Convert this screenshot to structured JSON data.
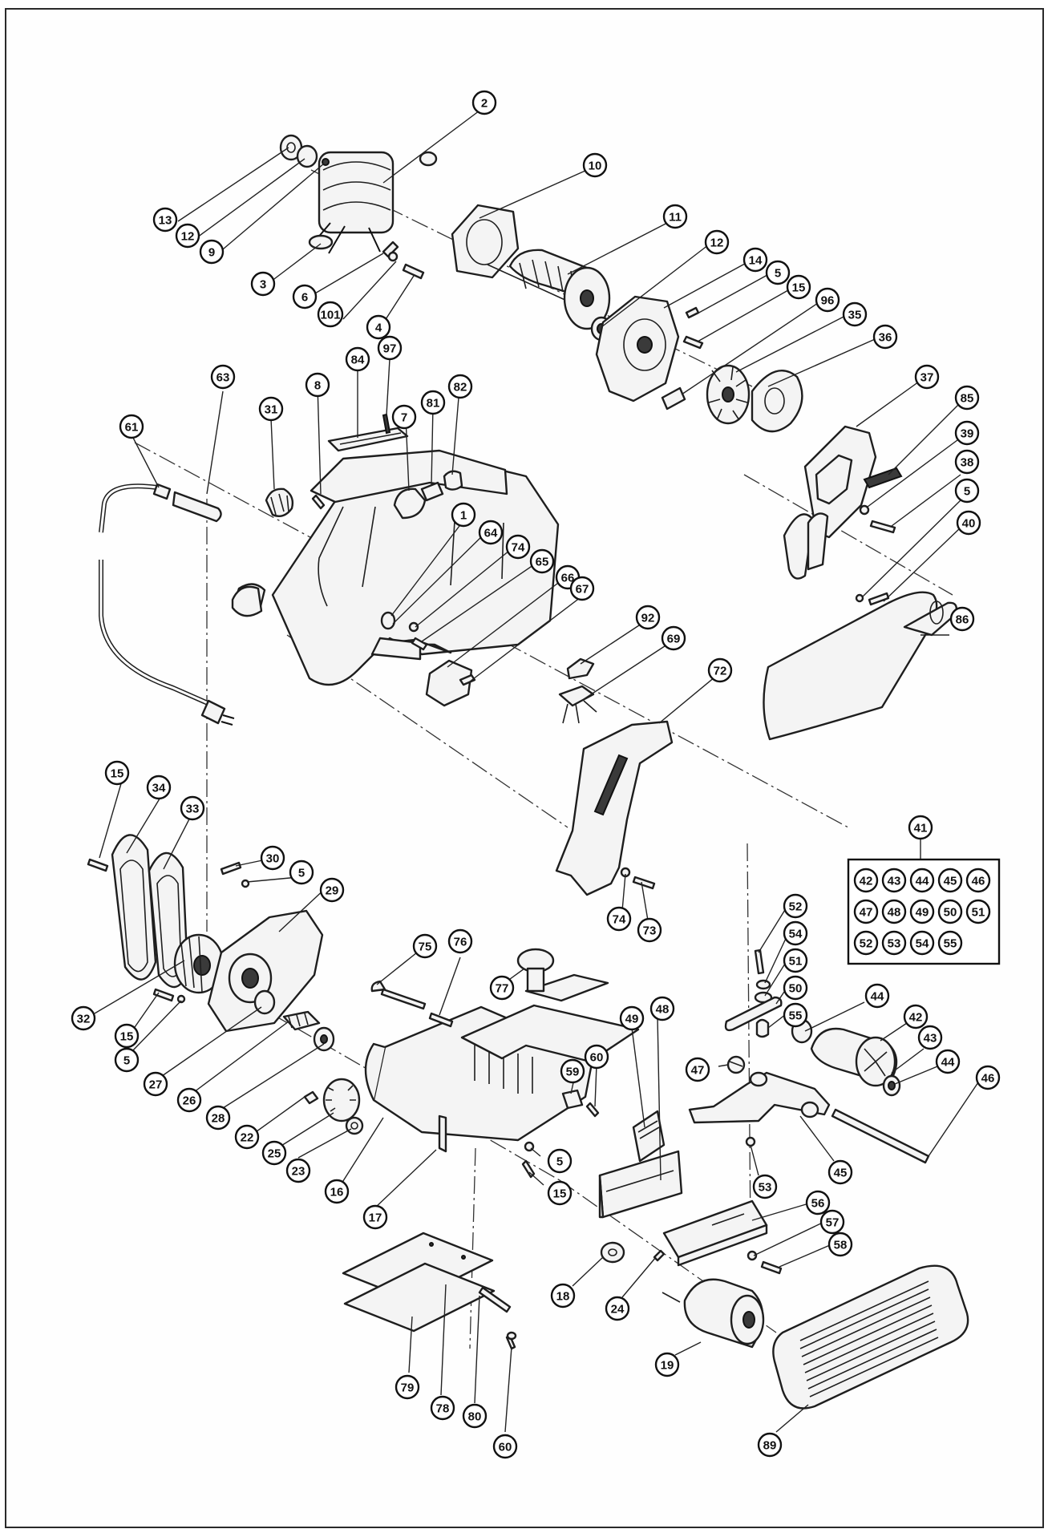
{
  "colors": {
    "ink": "#1e1e1e",
    "paper": "#fefefe",
    "frame": "#2a2a2a"
  },
  "callouts": [
    {
      "id": "c1",
      "label": "2"
    },
    {
      "id": "c2",
      "label": "10"
    },
    {
      "id": "c3",
      "label": "13"
    },
    {
      "id": "c4",
      "label": "12"
    },
    {
      "id": "c5",
      "label": "9"
    },
    {
      "id": "c6",
      "label": "3"
    },
    {
      "id": "c7",
      "label": "6"
    },
    {
      "id": "c8",
      "label": "101"
    },
    {
      "id": "c9",
      "label": "4"
    },
    {
      "id": "c10",
      "label": "11"
    },
    {
      "id": "c11",
      "label": "12"
    },
    {
      "id": "c12",
      "label": "14"
    },
    {
      "id": "c13",
      "label": "5"
    },
    {
      "id": "c14",
      "label": "15"
    },
    {
      "id": "c15",
      "label": "96"
    },
    {
      "id": "c16",
      "label": "35"
    },
    {
      "id": "c17",
      "label": "36"
    },
    {
      "id": "c18",
      "label": "37"
    },
    {
      "id": "c19",
      "label": "85"
    },
    {
      "id": "c20",
      "label": "39"
    },
    {
      "id": "c21",
      "label": "38"
    },
    {
      "id": "c22",
      "label": "5"
    },
    {
      "id": "c23",
      "label": "40"
    },
    {
      "id": "c24",
      "label": "86"
    },
    {
      "id": "c25",
      "label": "63"
    },
    {
      "id": "c26",
      "label": "97"
    },
    {
      "id": "c27",
      "label": "84"
    },
    {
      "id": "c28",
      "label": "8"
    },
    {
      "id": "c29",
      "label": "31"
    },
    {
      "id": "c30",
      "label": "7"
    },
    {
      "id": "c31",
      "label": "81"
    },
    {
      "id": "c32",
      "label": "82"
    },
    {
      "id": "c33",
      "label": "61"
    },
    {
      "id": "c34",
      "label": "1"
    },
    {
      "id": "c35",
      "label": "64"
    },
    {
      "id": "c36",
      "label": "74"
    },
    {
      "id": "c37",
      "label": "65"
    },
    {
      "id": "c38",
      "label": "66"
    },
    {
      "id": "c39",
      "label": "67"
    },
    {
      "id": "c40",
      "label": "92"
    },
    {
      "id": "c41",
      "label": "69"
    },
    {
      "id": "c42",
      "label": "72"
    },
    {
      "id": "c43",
      "label": "15"
    },
    {
      "id": "c44",
      "label": "34"
    },
    {
      "id": "c45",
      "label": "33"
    },
    {
      "id": "c46",
      "label": "30"
    },
    {
      "id": "c47",
      "label": "5"
    },
    {
      "id": "c48",
      "label": "29"
    },
    {
      "id": "c49",
      "label": "74"
    },
    {
      "id": "c50",
      "label": "73"
    },
    {
      "id": "c51",
      "label": "32"
    },
    {
      "id": "c52",
      "label": "15"
    },
    {
      "id": "c53",
      "label": "5"
    },
    {
      "id": "c54",
      "label": "27"
    },
    {
      "id": "c55",
      "label": "26"
    },
    {
      "id": "c56",
      "label": "28"
    },
    {
      "id": "c57",
      "label": "22"
    },
    {
      "id": "c58",
      "label": "25"
    },
    {
      "id": "c59",
      "label": "23"
    },
    {
      "id": "c60",
      "label": "16"
    },
    {
      "id": "c61",
      "label": "17"
    },
    {
      "id": "c62",
      "label": "75"
    },
    {
      "id": "c63",
      "label": "76"
    },
    {
      "id": "c64",
      "label": "77"
    },
    {
      "id": "c65",
      "label": "59"
    },
    {
      "id": "c66",
      "label": "60"
    },
    {
      "id": "c67",
      "label": "49"
    },
    {
      "id": "c68",
      "label": "48"
    },
    {
      "id": "c69",
      "label": "5"
    },
    {
      "id": "c70",
      "label": "15"
    },
    {
      "id": "c71",
      "label": "52"
    },
    {
      "id": "c72",
      "label": "54"
    },
    {
      "id": "c73",
      "label": "51"
    },
    {
      "id": "c74",
      "label": "50"
    },
    {
      "id": "c75",
      "label": "55"
    },
    {
      "id": "c76",
      "label": "44"
    },
    {
      "id": "c77",
      "label": "42"
    },
    {
      "id": "c78",
      "label": "43"
    },
    {
      "id": "c79",
      "label": "44"
    },
    {
      "id": "c80",
      "label": "46"
    },
    {
      "id": "c81",
      "label": "47"
    },
    {
      "id": "c82",
      "label": "45"
    },
    {
      "id": "c83",
      "label": "53"
    },
    {
      "id": "c84",
      "label": "56"
    },
    {
      "id": "c85",
      "label": "57"
    },
    {
      "id": "c86",
      "label": "58"
    },
    {
      "id": "c87",
      "label": "18"
    },
    {
      "id": "c88",
      "label": "24"
    },
    {
      "id": "c89",
      "label": "19"
    },
    {
      "id": "c90",
      "label": "89"
    },
    {
      "id": "c91",
      "label": "79"
    },
    {
      "id": "c92",
      "label": "78"
    },
    {
      "id": "c93",
      "label": "80"
    },
    {
      "id": "c94",
      "label": "60"
    },
    {
      "id": "c95",
      "label": "41"
    }
  ],
  "kit": {
    "items": [
      "42",
      "43",
      "44",
      "45",
      "46",
      "47",
      "48",
      "49",
      "50",
      "51",
      "52",
      "53",
      "54",
      "55"
    ]
  }
}
